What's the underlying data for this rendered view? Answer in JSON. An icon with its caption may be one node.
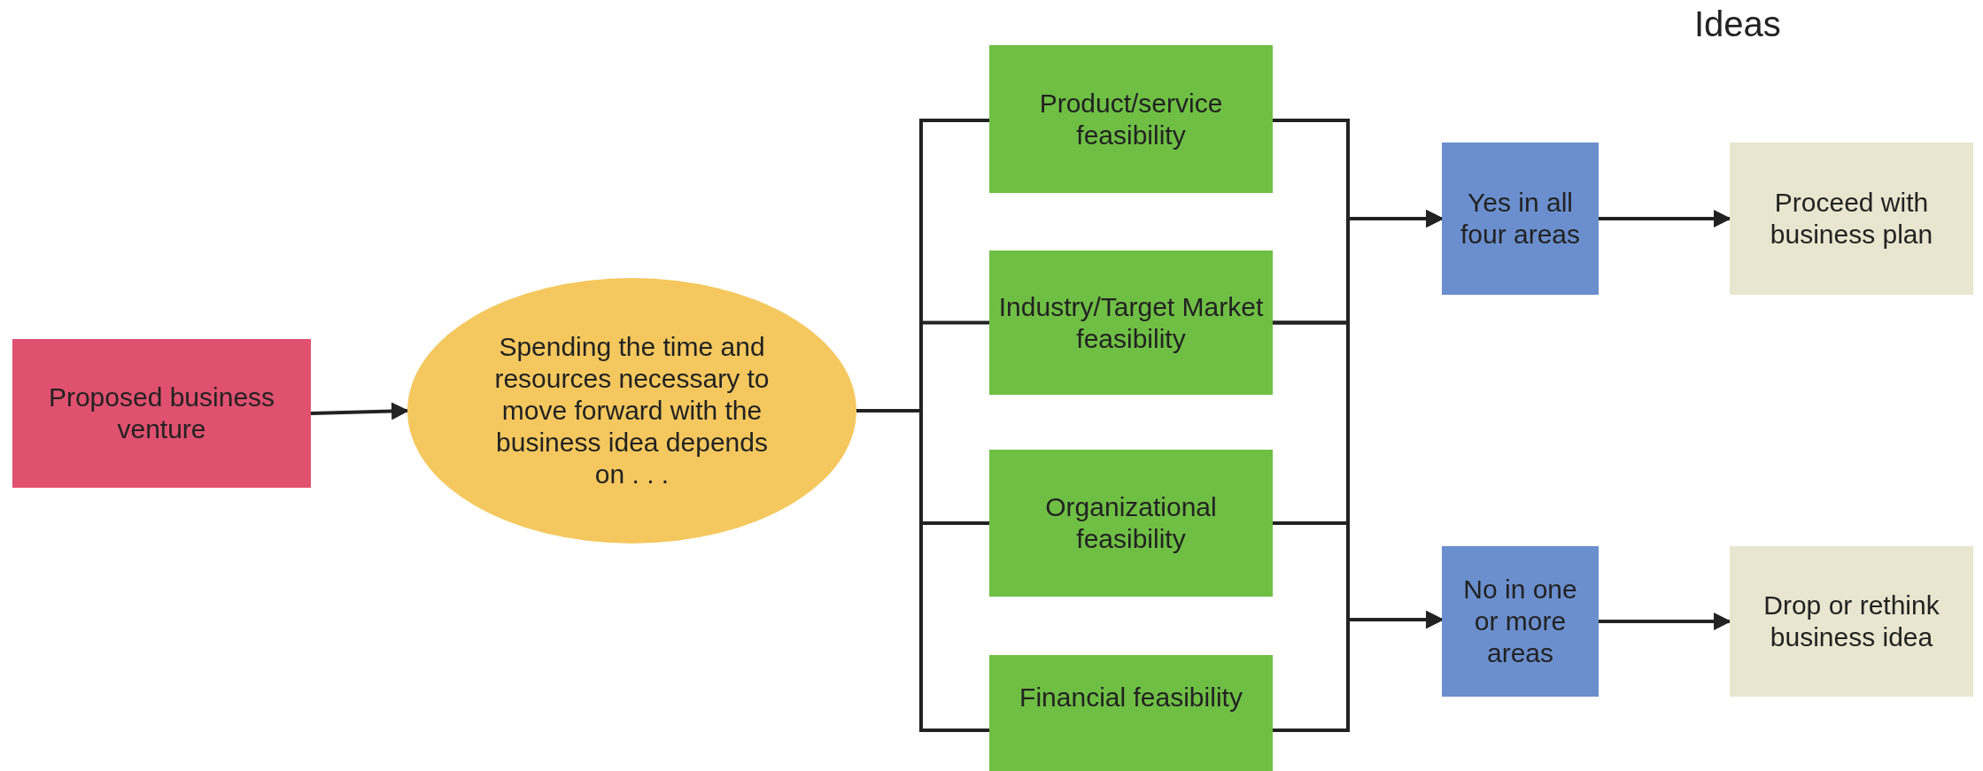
{
  "diagram": {
    "nodes": [
      {
        "text": [
          "Proposed business venture"
        ]
      },
      {
        "text": [
          "Spending the time and resources necessary to move forward with the business idea depends on . . ."
        ]
      },
      {
        "text": [
          "Product/service feasibility"
        ]
      },
      {
        "text": [
          "Industry/Target Market feasibility"
        ]
      },
      {
        "text": [
          "Organizational feasibility"
        ]
      },
      {
        "text": [
          "Financial feasibility"
        ]
      },
      {
        "text": [
          "Yes in all four areas"
        ]
      },
      {
        "text": [
          "Proceed with business plan"
        ]
      },
      {
        "text": [
          "No in one or more areas"
        ]
      },
      {
        "text": [
          "Drop or rethink business idea"
        ]
      }
    ],
    "edges": [
      {
        "from": 0,
        "to": 1,
        "arrow": "to"
      },
      {
        "from": 1,
        "to": 2,
        "arrow": "none"
      },
      {
        "from": 1,
        "to": 3,
        "arrow": "none"
      },
      {
        "from": 1,
        "to": 4,
        "arrow": "none"
      },
      {
        "from": 1,
        "to": 5,
        "arrow": "none"
      },
      {
        "from": 2,
        "to": 6,
        "arrow": "to"
      },
      {
        "from": 3,
        "to": 6,
        "arrow": "to"
      },
      {
        "from": 4,
        "to": 6,
        "arrow": "to"
      },
      {
        "from": 5,
        "to": 6,
        "arrow": "to"
      },
      {
        "from": 2,
        "to": 8,
        "arrow": "to"
      },
      {
        "from": 3,
        "to": 8,
        "arrow": "to"
      },
      {
        "from": 4,
        "to": 8,
        "arrow": "to"
      },
      {
        "from": 5,
        "to": 8,
        "arrow": "to"
      },
      {
        "from": 6,
        "to": 7,
        "arrow": "to"
      },
      {
        "from": 8,
        "to": 9,
        "arrow": "to"
      }
    ],
    "labels": [
      "Ideas"
    ]
  }
}
